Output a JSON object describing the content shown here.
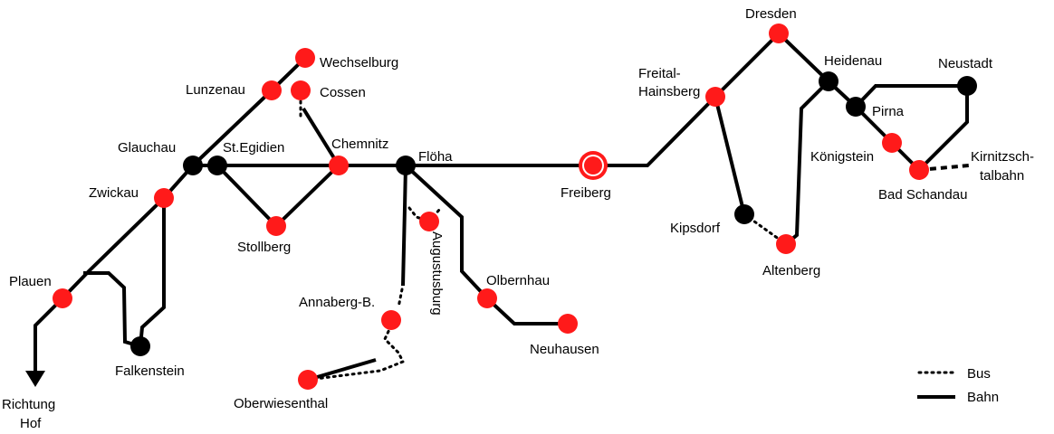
{
  "stations": {
    "dresden": "Dresden",
    "heidenau": "Heidenau",
    "neustadt": "Neustadt",
    "pirna": "Pirna",
    "freital_1": "Freital-",
    "freital_2": "Hainsberg",
    "koenigstein": "Königstein",
    "kirnitzsch_1": "Kirnitzsch-",
    "kirnitzsch_2": "talbahn",
    "bad_schandau": "Bad Schandau",
    "kipsdorf": "Kipsdorf",
    "altenberg": "Altenberg",
    "freiberg": "Freiberg",
    "floeha": "Flöha",
    "chemnitz": "Chemnitz",
    "st_egidien": "St.Egidien",
    "glauchau": "Glauchau",
    "lunzenau": "Lunzenau",
    "wechselburg": "Wechselburg",
    "cossen": "Cossen",
    "zwickau": "Zwickau",
    "stollberg": "Stollberg",
    "augustusburg": "Augustusburg",
    "olbernhau": "Olbernhau",
    "neuhausen": "Neuhausen",
    "annaberg": "Annaberg-B.",
    "oberwiesenthal": "Oberwiesenthal",
    "plauen": "Plauen",
    "falkenstein": "Falkenstein",
    "richtung_1": "Richtung",
    "richtung_2": "Hof"
  },
  "legend": {
    "bus": "Bus",
    "bahn": "Bahn"
  },
  "colors": {
    "station_red": "#ff1a1a",
    "station_black": "#000000",
    "line": "#000000"
  }
}
